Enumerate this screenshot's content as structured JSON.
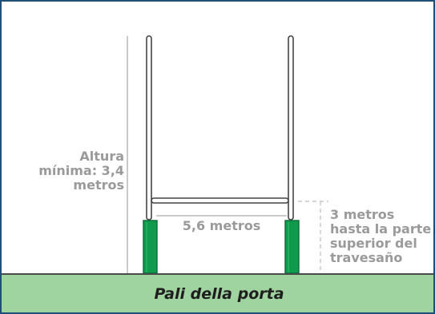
{
  "labels": {
    "min_height": "Altura mínima: 3,4 metros",
    "width": "5,6 metros",
    "crossbar_height": "3 metros hasta la parte superior del travesaño"
  },
  "caption": "Pali della porta",
  "colors": {
    "border": "#1f4e79",
    "ground": "#9fd39f",
    "ground_line": "#4a4a4a",
    "pad_fill": "#0f9a4e",
    "pad_edge": "#0a6b36",
    "post_stroke": "#444444",
    "dimension_line": "#b8b8b8",
    "label_text": "#9a9a9a",
    "caption_text": "#1e1e1e"
  }
}
